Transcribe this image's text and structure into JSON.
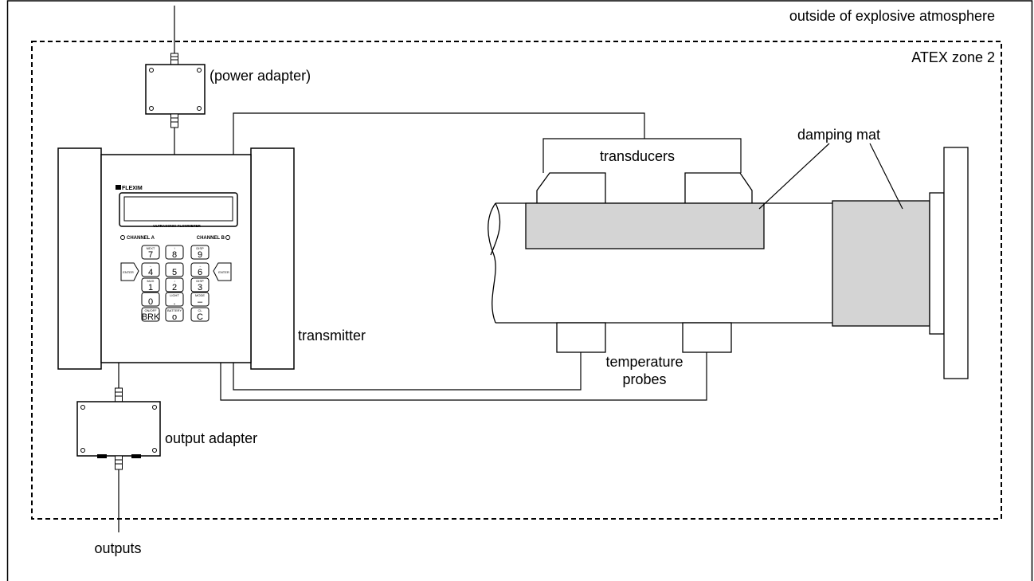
{
  "zones": {
    "outside": "outside of explosive atmosphere",
    "atex": "ATEX zone 2"
  },
  "labels": {
    "power_adapter": "(power adapter)",
    "transducers": "transducers",
    "damping_mat": "damping mat",
    "transmitter": "transmitter",
    "temperature_probes_line1": "temperature",
    "temperature_probes_line2": "probes",
    "output_adapter": "output adapter",
    "outputs": "outputs"
  },
  "device": {
    "brand": "FLEXIM",
    "display_caption": "ULTRASONIC FLOWMETER",
    "channel_a": "CHANNEL A",
    "channel_b": "CHANNEL B",
    "enter_left": "ENTER",
    "enter_right": "ENTER",
    "keys": [
      {
        "main": "7",
        "sub": "NEXT"
      },
      {
        "main": "8",
        "sub": "↑"
      },
      {
        "main": "9",
        "sub": "DISP"
      },
      {
        "main": "4",
        "sub": "←"
      },
      {
        "main": "5",
        "sub": ""
      },
      {
        "main": "6",
        "sub": "→"
      },
      {
        "main": "1",
        "sub": "MUX"
      },
      {
        "main": "2",
        "sub": "↓"
      },
      {
        "main": "3",
        "sub": "DISP"
      },
      {
        "main": "0",
        "sub": ""
      },
      {
        "main": ".",
        "sub": "LIGHT"
      },
      {
        "main": "–",
        "sub": "MODE"
      },
      {
        "main": "BRK",
        "sub": "ON/OFF"
      },
      {
        "main": "o",
        "sub": "BATTERY"
      },
      {
        "main": "C",
        "sub": "CL"
      }
    ]
  },
  "colors": {
    "line": "#000000",
    "mat_fill": "#d4d4d4",
    "background": "#ffffff"
  }
}
